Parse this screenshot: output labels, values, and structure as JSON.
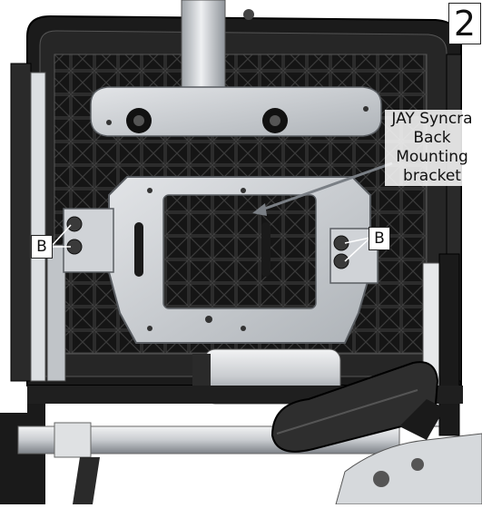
{
  "figure": {
    "step_number": "2",
    "callout": {
      "lines": [
        "JAY Syncra",
        "Back",
        "Mounting",
        "bracket"
      ]
    },
    "labels": {
      "left_bolts": "B",
      "right_bolts": "B"
    },
    "colors": {
      "frame": "#1a1a1a",
      "bracket": "#c8ccd0",
      "bracket_edge": "#5a5e63",
      "tube": "#d4d7da",
      "background": "#ffffff",
      "callout_line": "#7a7f85"
    }
  }
}
